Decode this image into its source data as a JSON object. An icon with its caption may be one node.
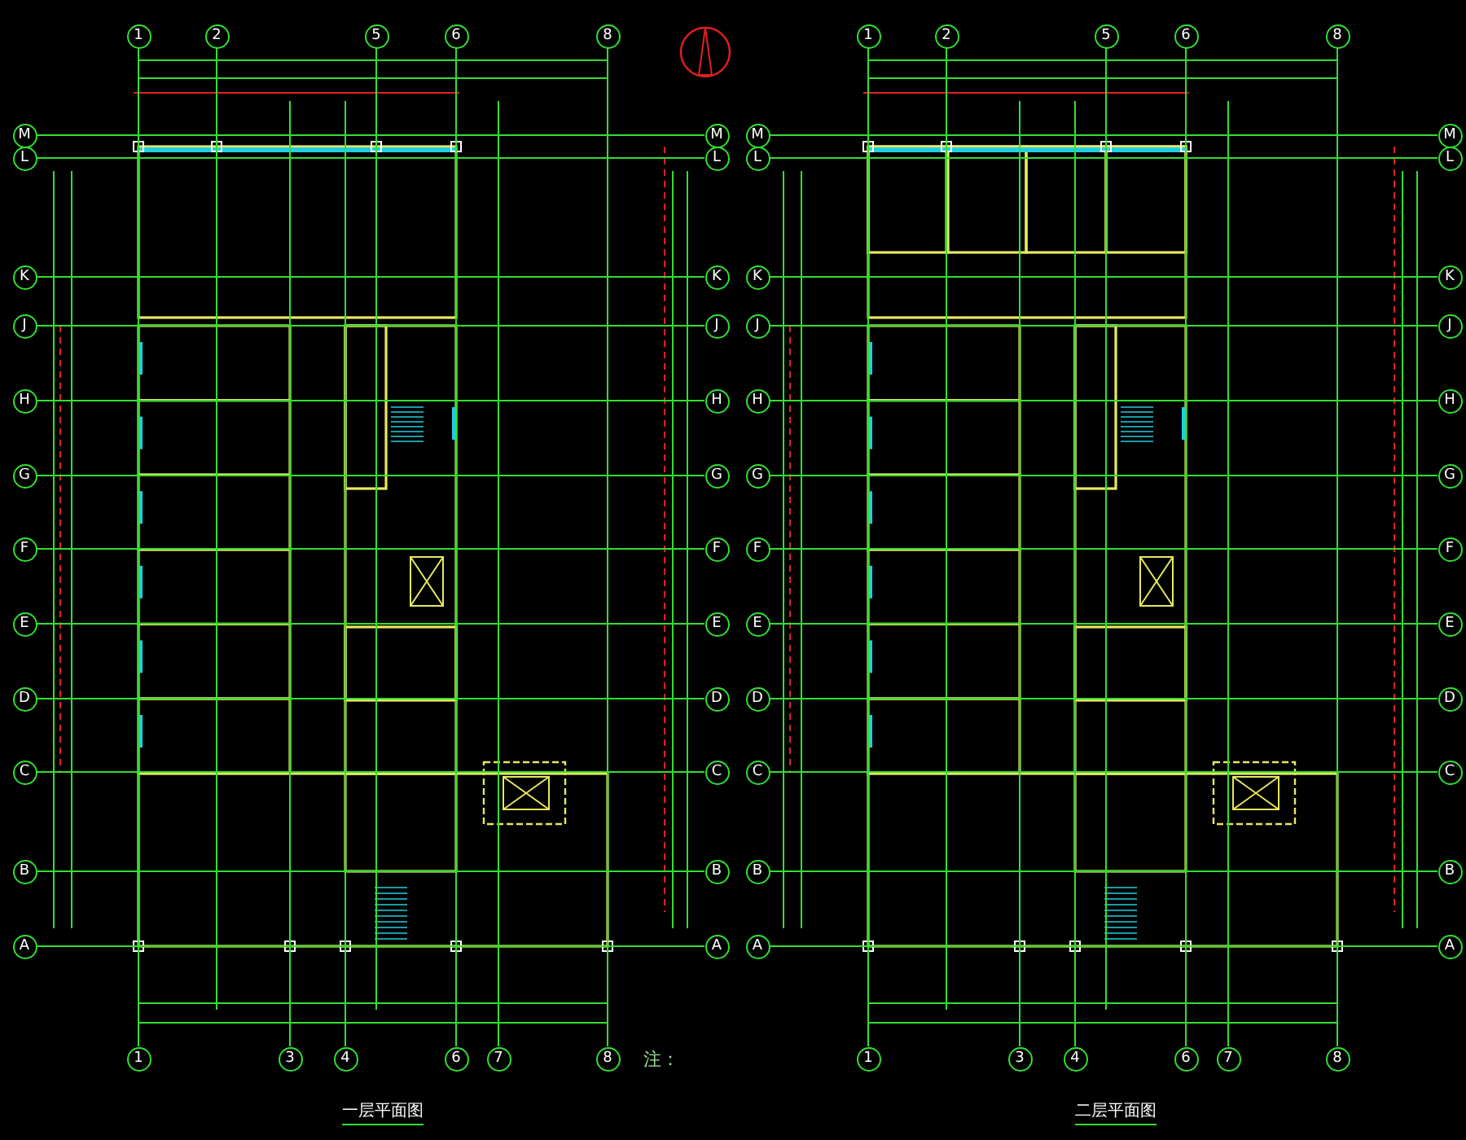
{
  "diagram": {
    "nodes": [
      {
        "text": [
          "1"
        ]
      },
      {
        "text": [
          "2"
        ]
      },
      {
        "text": [
          "5"
        ]
      },
      {
        "text": [
          "6"
        ]
      },
      {
        "text": [
          "8"
        ]
      },
      {
        "text": [
          "1"
        ]
      },
      {
        "text": [
          "2"
        ]
      },
      {
        "text": [
          "5"
        ]
      },
      {
        "text": [
          "6"
        ]
      },
      {
        "text": [
          "8"
        ]
      },
      {
        "text": [
          "M"
        ]
      },
      {
        "text": [
          "M"
        ]
      },
      {
        "text": [
          "M"
        ]
      },
      {
        "text": [
          "M"
        ]
      },
      {
        "text": [
          "L"
        ]
      },
      {
        "text": [
          "L"
        ]
      },
      {
        "text": [
          "L"
        ]
      },
      {
        "text": [
          "L"
        ]
      },
      {
        "text": [
          "K"
        ]
      },
      {
        "text": [
          "K"
        ]
      },
      {
        "text": [
          "K"
        ]
      },
      {
        "text": [
          "K"
        ]
      },
      {
        "text": [
          "J"
        ]
      },
      {
        "text": [
          "J"
        ]
      },
      {
        "text": [
          "J"
        ]
      },
      {
        "text": [
          "J"
        ]
      },
      {
        "text": [
          "H"
        ]
      },
      {
        "text": [
          "H"
        ]
      },
      {
        "text": [
          "H"
        ]
      },
      {
        "text": [
          "H"
        ]
      },
      {
        "text": [
          "G"
        ]
      },
      {
        "text": [
          "G"
        ]
      },
      {
        "text": [
          "G"
        ]
      },
      {
        "text": [
          "G"
        ]
      },
      {
        "text": [
          "F"
        ]
      },
      {
        "text": [
          "F"
        ]
      },
      {
        "text": [
          "F"
        ]
      },
      {
        "text": [
          "F"
        ]
      },
      {
        "text": [
          "E"
        ]
      },
      {
        "text": [
          "E"
        ]
      },
      {
        "text": [
          "E"
        ]
      },
      {
        "text": [
          "E"
        ]
      },
      {
        "text": [
          "D"
        ]
      },
      {
        "text": [
          "D"
        ]
      },
      {
        "text": [
          "D"
        ]
      },
      {
        "text": [
          "D"
        ]
      },
      {
        "text": [
          "C"
        ]
      },
      {
        "text": [
          "C"
        ]
      },
      {
        "text": [
          "C"
        ]
      },
      {
        "text": [
          "C"
        ]
      },
      {
        "text": [
          "B"
        ]
      },
      {
        "text": [
          "B"
        ]
      },
      {
        "text": [
          "B"
        ]
      },
      {
        "text": [
          "B"
        ]
      },
      {
        "text": [
          "A"
        ]
      },
      {
        "text": [
          "A"
        ]
      },
      {
        "text": [
          "A"
        ]
      },
      {
        "text": [
          "A"
        ]
      },
      {
        "text": [
          "1"
        ]
      },
      {
        "text": [
          "3"
        ]
      },
      {
        "text": [
          "4"
        ]
      },
      {
        "text": [
          "6"
        ]
      },
      {
        "text": [
          "7"
        ]
      },
      {
        "text": [
          "8"
        ]
      },
      {
        "text": [
          "1"
        ]
      },
      {
        "text": [
          "3"
        ]
      },
      {
        "text": [
          "4"
        ]
      },
      {
        "text": [
          "6"
        ]
      },
      {
        "text": [
          "7"
        ]
      },
      {
        "text": [
          "8"
        ]
      }
    ],
    "edges": [
      {
        "from": 0,
        "to": 58,
        "arrow": "none"
      },
      {
        "from": 1,
        "to": null,
        "arrow": "none"
      },
      {
        "from": 2,
        "to": null,
        "arrow": "none"
      },
      {
        "from": 3,
        "to": 61,
        "arrow": "none"
      },
      {
        "from": 4,
        "to": 63,
        "arrow": "none"
      },
      {
        "from": null,
        "to": 59,
        "arrow": "none"
      },
      {
        "from": null,
        "to": 60,
        "arrow": "none"
      },
      {
        "from": null,
        "to": 62,
        "arrow": "none"
      },
      {
        "from": 5,
        "to": 64,
        "arrow": "none"
      },
      {
        "from": 6,
        "to": null,
        "arrow": "none"
      },
      {
        "from": 7,
        "to": null,
        "arrow": "none"
      },
      {
        "from": 8,
        "to": 67,
        "arrow": "none"
      },
      {
        "from": 9,
        "to": 69,
        "arrow": "none"
      },
      {
        "from": null,
        "to": 65,
        "arrow": "none"
      },
      {
        "from": null,
        "to": 66,
        "arrow": "none"
      },
      {
        "from": null,
        "to": 68,
        "arrow": "none"
      },
      {
        "from": 10,
        "to": 11,
        "arrow": "none"
      },
      {
        "from": 12,
        "to": 13,
        "arrow": "none"
      },
      {
        "from": 14,
        "to": 15,
        "arrow": "none"
      },
      {
        "from": 16,
        "to": 17,
        "arrow": "none"
      },
      {
        "from": 18,
        "to": 19,
        "arrow": "none"
      },
      {
        "from": 20,
        "to": 21,
        "arrow": "none"
      },
      {
        "from": 22,
        "to": 23,
        "arrow": "none"
      },
      {
        "from": 24,
        "to": 25,
        "arrow": "none"
      },
      {
        "from": 26,
        "to": 27,
        "arrow": "none"
      },
      {
        "from": 28,
        "to": 29,
        "arrow": "none"
      },
      {
        "from": 30,
        "to": 31,
        "arrow": "none"
      },
      {
        "from": 32,
        "to": 33,
        "arrow": "none"
      },
      {
        "from": 34,
        "to": 35,
        "arrow": "none"
      },
      {
        "from": 36,
        "to": 37,
        "arrow": "none"
      },
      {
        "from": 38,
        "to": 39,
        "arrow": "none"
      },
      {
        "from": 40,
        "to": 41,
        "arrow": "none"
      },
      {
        "from": 42,
        "to": 43,
        "arrow": "none"
      },
      {
        "from": 44,
        "to": 45,
        "arrow": "none"
      },
      {
        "from": 46,
        "to": 47,
        "arrow": "none"
      },
      {
        "from": 48,
        "to": 49,
        "arrow": "none"
      },
      {
        "from": 50,
        "to": 51,
        "arrow": "none"
      },
      {
        "from": 52,
        "to": 53,
        "arrow": "none"
      },
      {
        "from": 54,
        "to": 55,
        "arrow": "none"
      },
      {
        "from": 56,
        "to": 57,
        "arrow": "none"
      }
    ],
    "labels": [
      "注：",
      "一层平面图",
      "二层平面图"
    ]
  }
}
